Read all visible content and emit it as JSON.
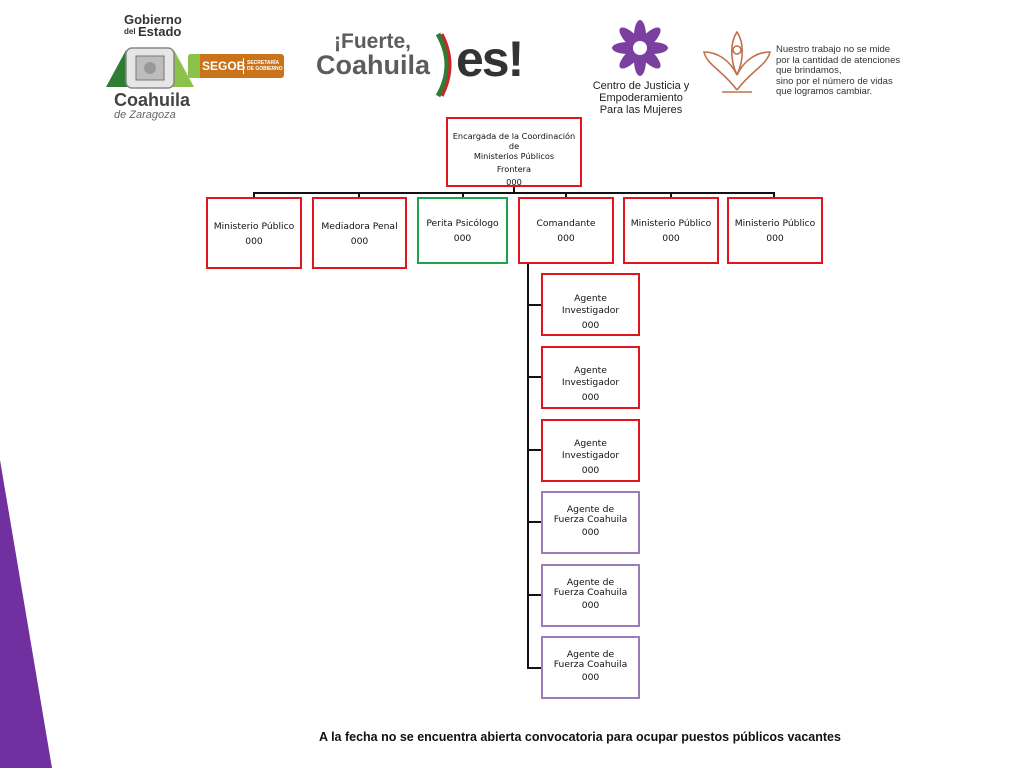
{
  "header": {
    "gobierno": {
      "line1": "Gobierno",
      "line2": "del",
      "line3": "Estado",
      "coahuila": "Coahuila",
      "zaragoza": "de Zaragoza",
      "segob": "SEGOB",
      "segob_sub1": "SECRETARÍA",
      "segob_sub2": "DE GOBIERNO"
    },
    "fuerte": {
      "line1": "¡Fuerte,",
      "line2": "Coahuila",
      "es": "es!"
    },
    "cjem": {
      "line1": "Centro de Justicia y",
      "line2": "Empoderamiento",
      "line3": "Para las Mujeres"
    },
    "motto": [
      "Nuestro trabajo no se mide",
      "por la cantidad de atenciones",
      "que brindamos,",
      "sino por el número de vidas",
      "que logramos cambiar."
    ]
  },
  "org": {
    "top": {
      "title_line1": "Encargada de la Coordinación de",
      "title_line2": "Ministerios Públicos",
      "location": "Frontera",
      "number": "000"
    },
    "level2": [
      {
        "label": "Ministerio Público",
        "number": "000",
        "color": "#e0161e"
      },
      {
        "label": "Mediadora Penal",
        "number": "000",
        "color": "#e0161e"
      },
      {
        "label": "Perita Psicólogo",
        "number": "000",
        "color": "#1fa34a"
      },
      {
        "label": "Comandante",
        "number": "000",
        "color": "#e0161e"
      },
      {
        "label": "Ministerio Público",
        "number": "000",
        "color": "#e0161e"
      },
      {
        "label": "Ministerio Público",
        "number": "000",
        "color": "#e0161e"
      }
    ],
    "agents": [
      {
        "label": "Agente Investigador",
        "number": "000",
        "color": "#e0161e"
      },
      {
        "label": "Agente Investigador",
        "number": "000",
        "color": "#e0161e"
      },
      {
        "label": "Agente Investigador",
        "number": "000",
        "color": "#e0161e"
      },
      {
        "label": "Agente de Fuerza Coahuila",
        "number": "000",
        "color": "#9b7cb6"
      },
      {
        "label": "Agente de Fuerza Coahuila",
        "number": "000",
        "color": "#9b7cb6"
      },
      {
        "label": "Agente de Fuerza Coahuila",
        "number": "000",
        "color": "#9b7cb6"
      }
    ]
  },
  "footer": "A la fecha no se encuentra abierta convocatoria para ocupar puestos públicos vacantes",
  "colors": {
    "accent_purple": "#7030a0",
    "box_red": "#e0161e",
    "box_green": "#1fa34a",
    "box_purple": "#9b7cb6"
  }
}
